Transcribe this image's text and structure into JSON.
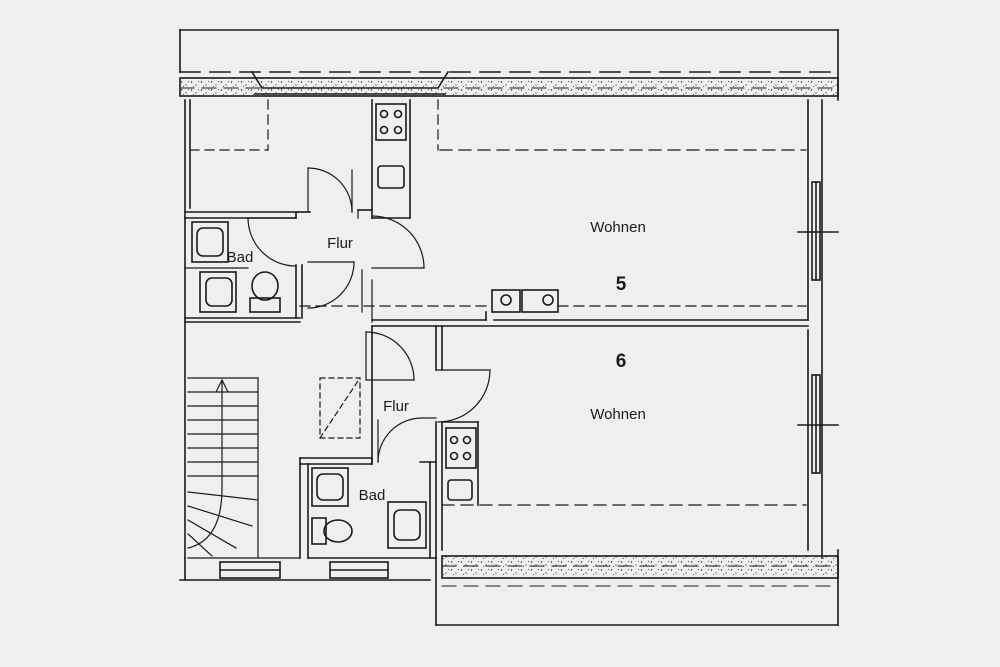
{
  "floor_plan": {
    "units": [
      {
        "number": "5",
        "rooms": {
          "living": "Wohnen",
          "hall": "Flur",
          "bath": "Bad"
        }
      },
      {
        "number": "6",
        "rooms": {
          "living": "Wohnen",
          "hall": "Flur",
          "bath": "Bad"
        }
      }
    ]
  },
  "colors": {
    "line": "#1a1a1a",
    "background": "#efefef"
  }
}
